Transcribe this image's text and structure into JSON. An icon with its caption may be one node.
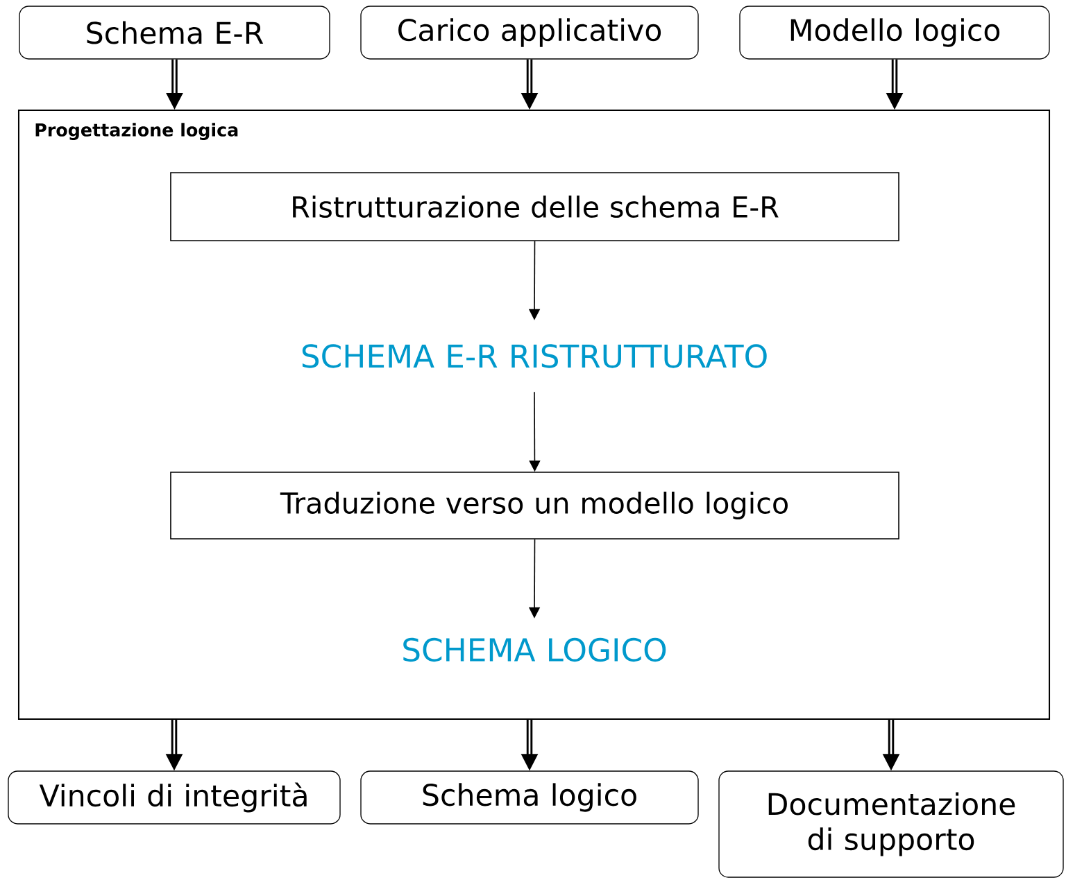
{
  "diagram": {
    "nodes": [
      {
        "text": [
          "Schema E-R"
        ]
      },
      {
        "text": [
          "Carico applicativo"
        ]
      },
      {
        "text": [
          "Modello logico"
        ]
      },
      {
        "text": [
          "Progettazione logica"
        ]
      },
      {
        "text": [
          "Ristrutturazione delle schema E-R"
        ],
        "in": 3
      },
      {
        "text": [
          "SCHEMA E-R RISTRUTTURATO"
        ],
        "in": 3
      },
      {
        "text": [
          "Traduzione verso un modello logico"
        ],
        "in": 3
      },
      {
        "text": [
          "SCHEMA LOGICO"
        ],
        "in": 3
      },
      {
        "text": [
          "Vincoli di integrità"
        ]
      },
      {
        "text": [
          "Schema logico"
        ]
      },
      {
        "text": [
          "Documentazione di supporto"
        ]
      }
    ],
    "edges": [
      {
        "from": 0,
        "to": 3,
        "arrow": "to"
      },
      {
        "from": 1,
        "to": 3,
        "arrow": "to"
      },
      {
        "from": 2,
        "to": 3,
        "arrow": "to"
      },
      {
        "from": 4,
        "to": 5,
        "arrow": "to"
      },
      {
        "from": 5,
        "to": 6,
        "arrow": "to"
      },
      {
        "from": 6,
        "to": 7,
        "arrow": "to"
      },
      {
        "from": 3,
        "to": 8,
        "arrow": "to"
      },
      {
        "from": 3,
        "to": 9,
        "arrow": "to"
      },
      {
        "from": 3,
        "to": 10,
        "arrow": "to"
      }
    ]
  }
}
